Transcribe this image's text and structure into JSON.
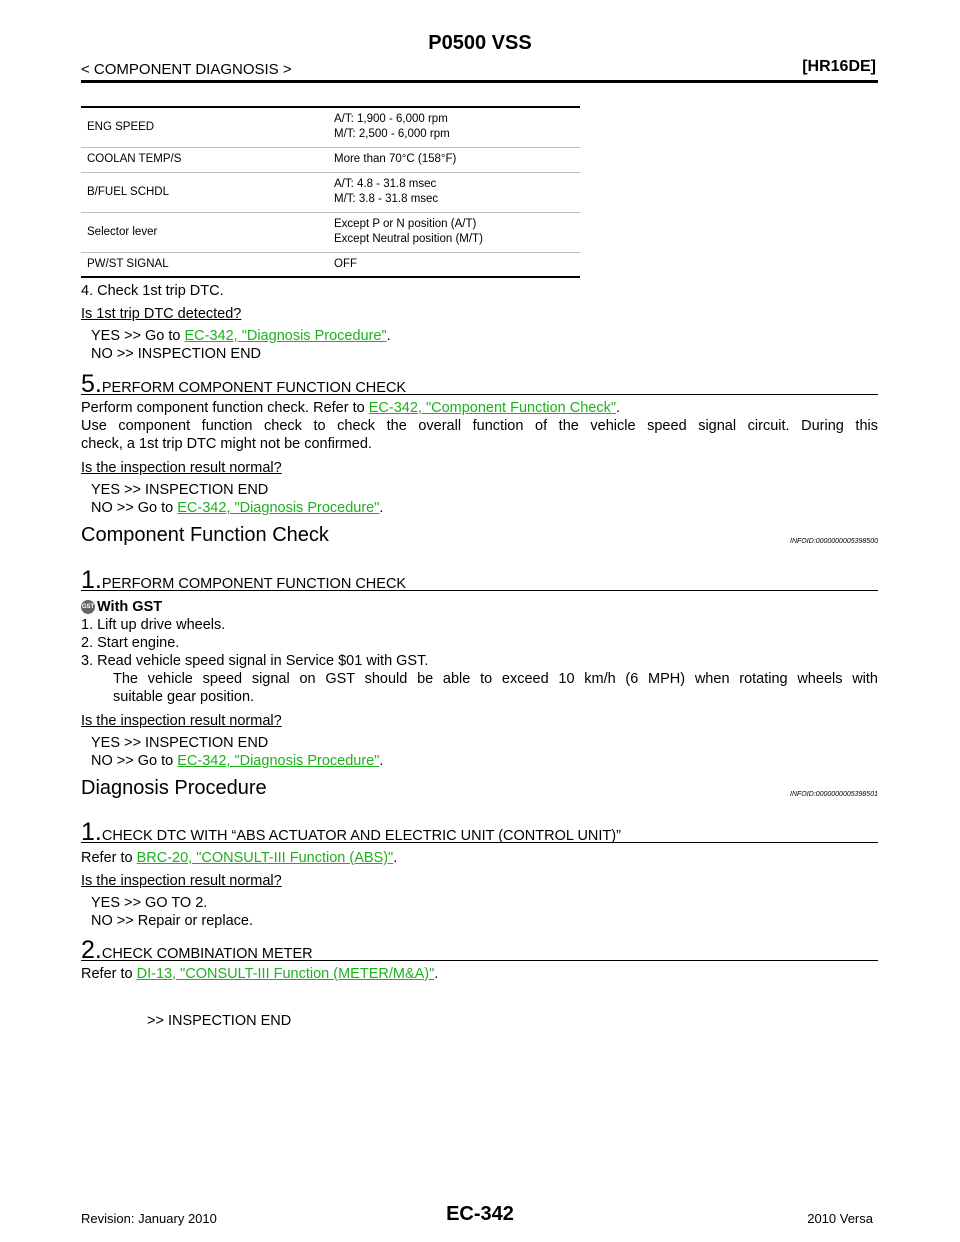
{
  "header": {
    "title": "P0500 VSS",
    "section": "< COMPONENT DIAGNOSIS >",
    "engine": "[HR16DE]"
  },
  "spec_table": [
    {
      "item": "ENG SPEED",
      "lines": [
        "A/T: 1,900 - 6,000 rpm",
        "M/T: 2,500 - 6,000 rpm"
      ]
    },
    {
      "item": "COOLAN TEMP/S",
      "lines": [
        "More than 70°C (158°F)"
      ]
    },
    {
      "item": "B/FUEL SCHDL",
      "lines": [
        "A/T: 4.8 - 31.8 msec",
        "M/T: 3.8 - 31.8 msec"
      ]
    },
    {
      "item": "Selector lever",
      "lines": [
        "Except P or N position (A/T)",
        "Except Neutral position (M/T)"
      ]
    },
    {
      "item": "PW/ST SIGNAL",
      "lines": [
        "OFF"
      ]
    }
  ],
  "part1": {
    "step4": "4.   Check 1st trip DTC.",
    "question": "Is 1st trip DTC detected?",
    "yes_prefix": "YES    >> Go to ",
    "yes_link": "EC-342, \"Diagnosis Procedure\"",
    "no": "NO      >> INSPECTION END",
    "period": "."
  },
  "step5": {
    "num": "5.",
    "label": "PERFORM COMPONENT FUNCTION CHECK",
    "line1_prefix": "Perform component function check. Refer to ",
    "line1_link": "EC-342, \"Component Function Check\"",
    "line2": "Use component function check to check the overall function of the vehicle speed signal circuit. During this",
    "line3": "check, a 1st trip DTC might not be confirmed.",
    "question": "Is the inspection result normal?",
    "yes": "YES    >> INSPECTION END",
    "no_prefix": "NO      >> Go to ",
    "no_link": "EC-342, \"Diagnosis Procedure\""
  },
  "cfc": {
    "title": "Component Function Check",
    "infoid": "INFOID:0000000005398500",
    "step_num": "1.",
    "step_label": "PERFORM COMPONENT FUNCTION CHECK",
    "gst_icon_text": "GST",
    "with_gst": "With GST",
    "item1": "1.   Lift up drive wheels.",
    "item2": "2.   Start engine.",
    "item3": "3.   Read vehicle speed signal in Service $01 with GST.",
    "item3_line2": "The vehicle speed signal on GST should be able to exceed 10 km/h (6 MPH) when rotating wheels with",
    "item3_line3": "suitable gear position.",
    "question": "Is the inspection result normal?",
    "yes": "YES    >> INSPECTION END",
    "no_prefix": "NO      >> Go to ",
    "no_link": "EC-342, \"Diagnosis Procedure\""
  },
  "dp": {
    "title": "Diagnosis Procedure",
    "infoid": "INFOID:0000000005398501",
    "step1_num": "1.",
    "step1_label": "CHECK DTC WITH “ABS ACTUATOR AND ELECTRIC UNIT (CONTROL UNIT)”",
    "step1_ref_prefix": "Refer to ",
    "step1_ref_link": "BRC-20, \"CONSULT-III Function (ABS)\"",
    "question": "Is the inspection result normal?",
    "yes": "YES    >> GO TO 2.",
    "no": "NO      >> Repair or replace.",
    "step2_num": "2.",
    "step2_label": "CHECK COMBINATION METER",
    "step2_ref_prefix": "Refer to ",
    "step2_ref_link": "DI-13, \"CONSULT-III Function (METER/M&A)\"",
    "end": ">> INSPECTION END"
  },
  "footer": {
    "revision": "Revision: January 2010",
    "page": "EC-342",
    "model": "2010 Versa"
  }
}
